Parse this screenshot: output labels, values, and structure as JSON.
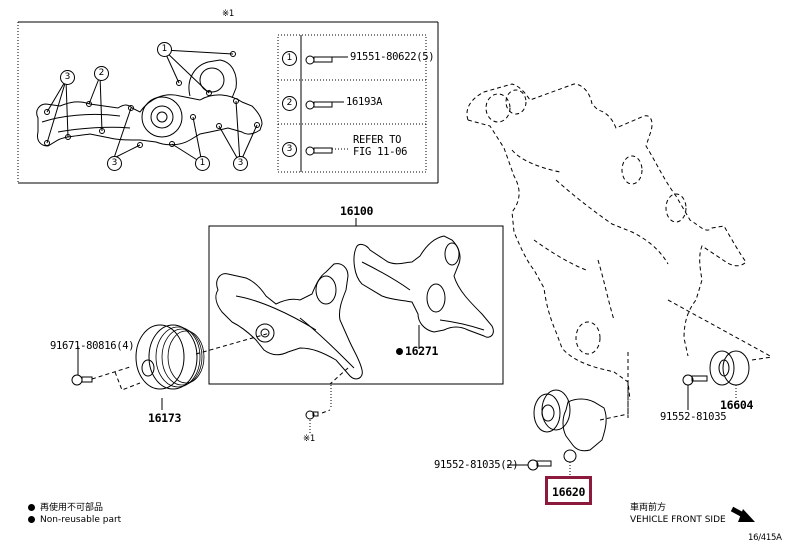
{
  "figure": {
    "note_mark": "※1",
    "figure_code": "16/415A",
    "highlight_color": "#8b1a3c"
  },
  "inset": {
    "callouts": [
      "1",
      "2",
      "3"
    ],
    "table": [
      {
        "num": "1",
        "part": "91551-80622(5)"
      },
      {
        "num": "2",
        "part": "16193A"
      },
      {
        "num": "3",
        "part_line1": "REFER TO",
        "part_line2": "FIG 11-06"
      }
    ]
  },
  "parts": {
    "water_pump_assy": "16100",
    "gasket": "16271",
    "pulley_bolt": "91671-80816(4)",
    "pulley": "16173",
    "small_bolt_note": "※1",
    "idler_pulley": "16604",
    "idler_bolt": "91552-81035",
    "tensioner_bolt": "91552-81035(2)",
    "tensioner": "16620"
  },
  "legend": {
    "line_jp": "再使用不可部品",
    "line_en": "Non-reusable part"
  },
  "direction": {
    "label_jp": "車両前方",
    "label_en": "VEHICLE FRONT SIDE"
  }
}
